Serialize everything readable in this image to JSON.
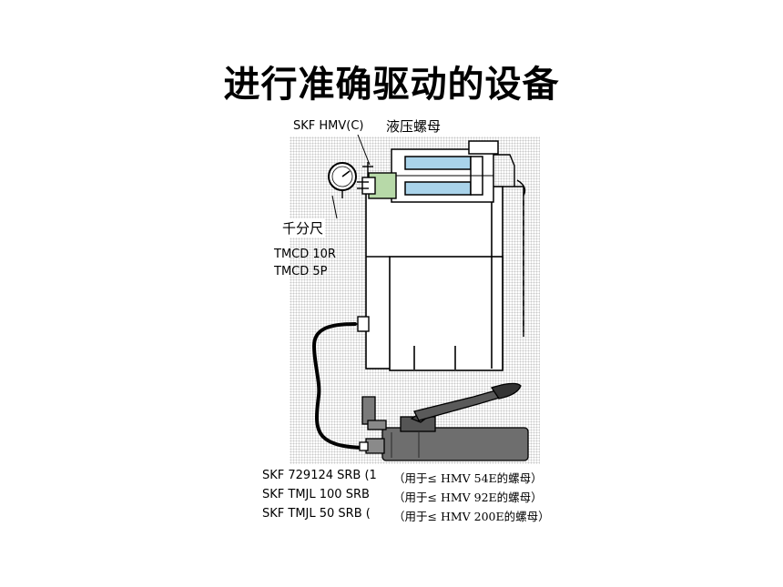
{
  "title": "进行准确驱动的设备",
  "labels": {
    "skf_hmv": "SKF HMV(C)",
    "hydraulic_nut": "液压螺母",
    "micrometer": "千分尺",
    "tmcd_10r": "TMCD 10R",
    "tmcd_5p": "TMCD 5P"
  },
  "pumps": [
    {
      "model": "SKF 729124 SRB (1",
      "note": "（用于≤ HMV 54E的螺母）"
    },
    {
      "model": "SKF TMJL 100 SRB",
      "note": "（用于≤ HMV 92E的螺母）"
    },
    {
      "model": "SKF TMJL 50 SRB (",
      "note": "（用于≤ HMV 200E的螺母）"
    }
  ],
  "colors": {
    "nut_blue": "#a9d3ea",
    "gauge_body": "#b7d9a8",
    "pump_gray": "#6e6e6e",
    "line": "#000000"
  }
}
